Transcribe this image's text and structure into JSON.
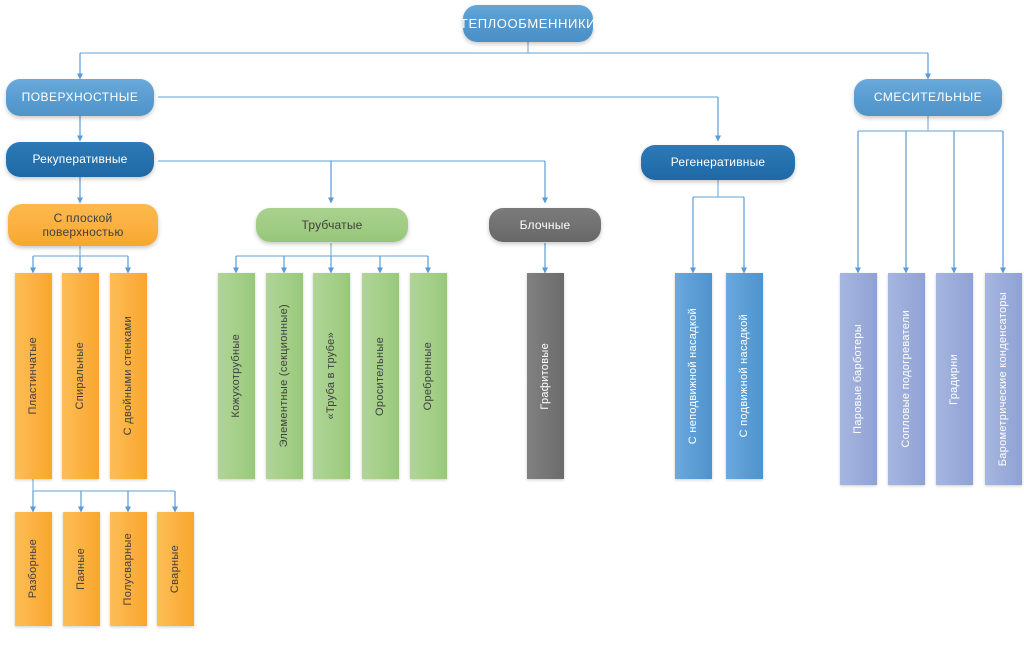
{
  "diagram": {
    "title": "ТЕПЛООБМЕННИКИ",
    "colors": {
      "root_blue": "#5399cf",
      "level2_blue": "#5a9dd1",
      "deep_blue": "#2471ae",
      "orange": "#fbb040",
      "green": "#a0cc84",
      "gray": "#717171",
      "bar_blue": "#5b9cd4",
      "periwinkle": "#9aabd9",
      "connector": "#5b9bd5"
    },
    "nodes": {
      "root": "ТЕПЛООБМЕННИКИ",
      "surface": "ПОВЕРХНОСТНЫЕ",
      "mixing": "СМЕСИТЕЛЬНЫЕ",
      "recuperative": "Рекуперативные",
      "regenerative": "Регенеративные",
      "flat_surface": "С плоской поверхностью",
      "tubular": "Трубчатые",
      "block": "Блочные"
    },
    "groups": {
      "flat_surface_children": [
        "Пластинчатые",
        "Спиральные",
        "С двойными стенками"
      ],
      "plate_children": [
        "Разборные",
        "Паяные",
        "Полусварные",
        "Сварные"
      ],
      "tubular_children": [
        "Кожухотрубные",
        "Элементные (секционные)",
        "«Труба в трубе»",
        "Оросительные",
        "Оребренные"
      ],
      "block_children": [
        "Графитовые"
      ],
      "regenerative_children": [
        "С неподвижной насадкой",
        "С подвижной насадкой"
      ],
      "mixing_children": [
        "Паровые барботеры",
        "Сопловые подогреватели",
        "Градирни",
        "Барометрические конденсаторы"
      ]
    }
  }
}
